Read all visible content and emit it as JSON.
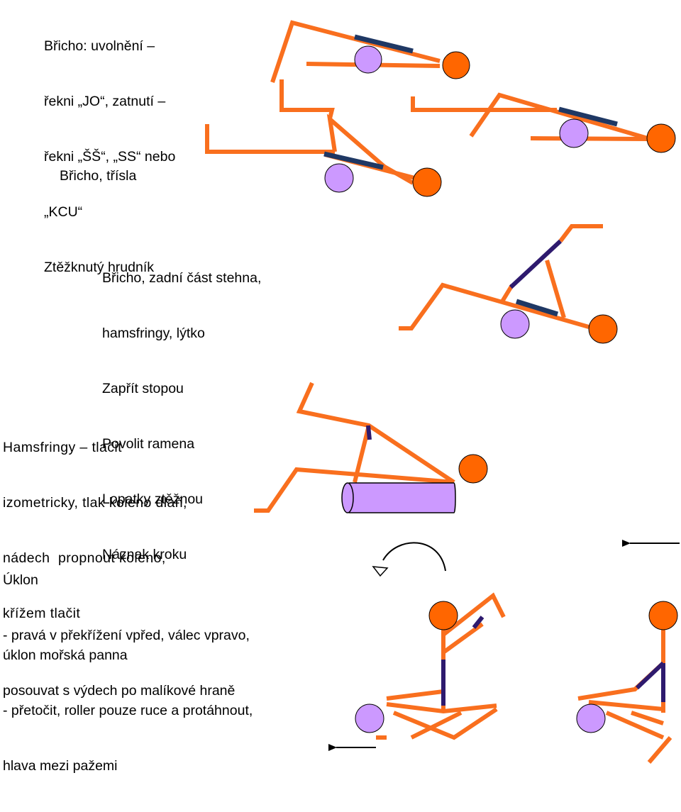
{
  "blocks": [
    {
      "id": "block-1",
      "lines": [
        "Břicho: uvolnění –",
        "řekni „JO“, zatnutí –",
        "řekni „ŠŠ“, „SS“ nebo",
        "„KCU“",
        "Ztěžknutý hrudník"
      ]
    },
    {
      "id": "block-2",
      "lines": [
        "Břicho, třísla"
      ]
    },
    {
      "id": "block-3",
      "lines": [
        "Břicho, zadní část stehna,",
        "hamsfringy, lýtko",
        "Zapřít stopou",
        "Povolit ramena",
        "Lopatky ztěžnou",
        "Náznak kroku"
      ]
    },
    {
      "id": "block-4",
      "lines": [
        "Hamsfringy – tlačit",
        "izometricky, tlak koleno dlaň,",
        "nádech  propnout koleno,",
        "křížem tlačit"
      ]
    },
    {
      "id": "block-5",
      "lines": [
        "Úklon",
        "- pravá v překřížení vpřed, válec vpravo,",
        "posouvat s výdech po malíkové hraně"
      ]
    },
    {
      "id": "block-6",
      "lines": [
        "úklon mořská panna",
        "- přetočit, roller pouze ruce a protáhnout,",
        "hlava mezi pažemi"
      ]
    }
  ],
  "colors": {
    "limb": "#F96F1E",
    "head": "#FF6600",
    "roller": "#CC99FF",
    "band": "#1F3864",
    "band_dark": "#2E1A6E",
    "arrow": "#000000"
  },
  "icons": [
    "stick-figure",
    "foam-roller",
    "curved-rotation-arrow",
    "left-arrow"
  ]
}
